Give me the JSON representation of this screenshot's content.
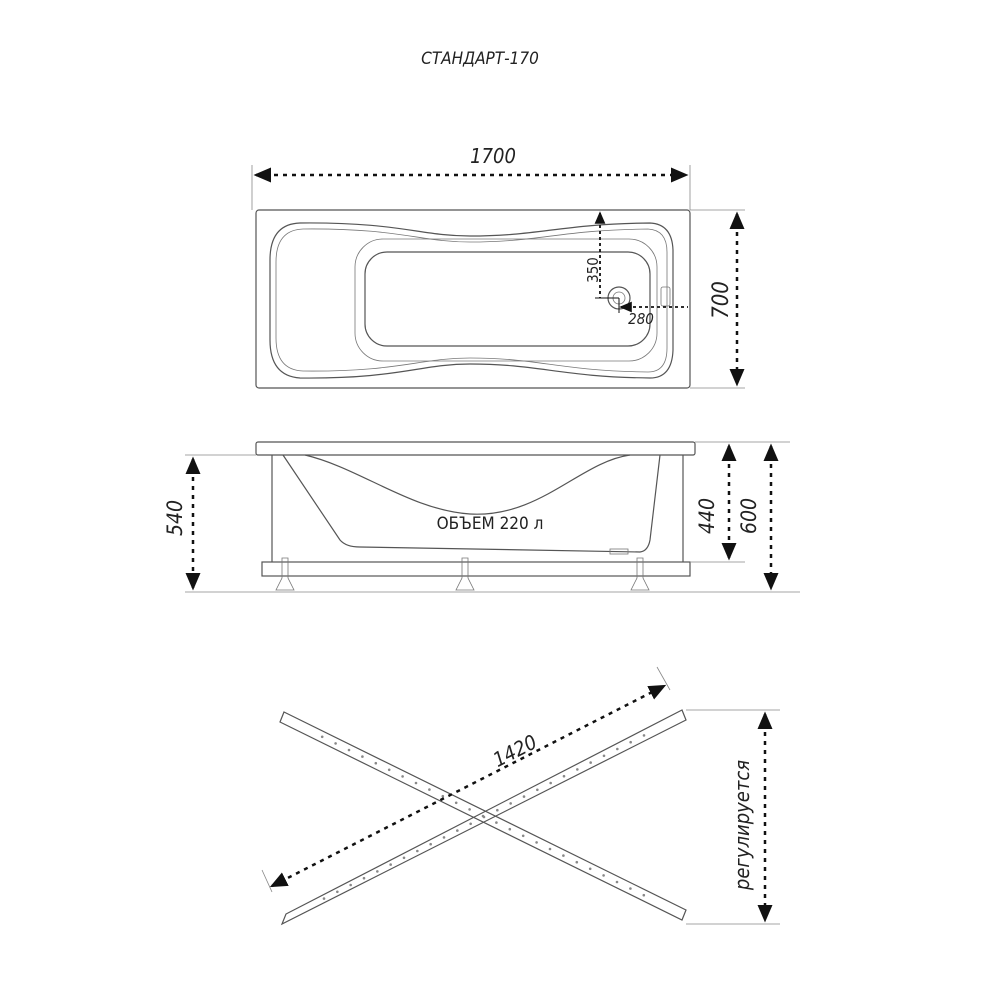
{
  "title": "СТАНДАРТ-170",
  "top_view": {
    "length": "1700",
    "width": "700",
    "drain_from_side": "350",
    "drain_from_end": "280"
  },
  "side_view": {
    "volume_label": "ОБЪЕМ 220 л",
    "leg_height": "540",
    "depth": "440",
    "total_height": "600"
  },
  "frame_view": {
    "diagonal": "1420",
    "height_note": "регулируется"
  }
}
